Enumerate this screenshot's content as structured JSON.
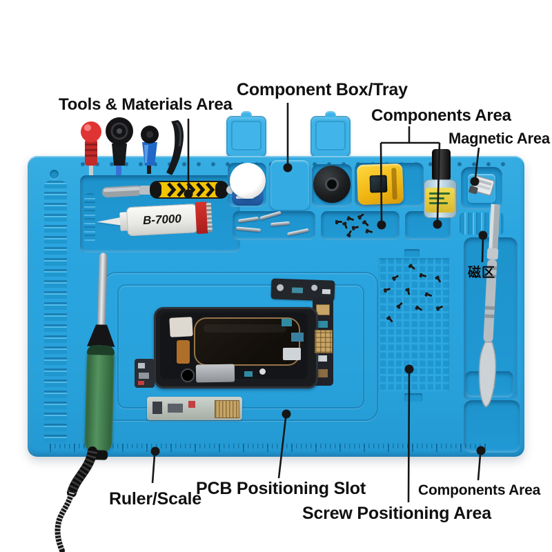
{
  "product_labels": {
    "tools_materials": "Tools & Materials Area",
    "component_box": "Component Box/Tray",
    "components_top": "Components Area",
    "magnetic": "Magnetic Area",
    "ruler": "Ruler/Scale",
    "pcb_slot": "PCB Positioning Slot",
    "screw_area": "Screw Positioning Area",
    "components_bottom": "Components Area"
  },
  "mat_printed_text": {
    "magnetic_zone": "磁区"
  },
  "tool_text": {
    "glue_tube": "B-7000"
  },
  "colors": {
    "mat_base": "#2aa5df",
    "mat_recess": "#1e93cc",
    "mat_tab": "#3db3e8",
    "callout": "#161616",
    "magnetizer_yellow": "#f0b512",
    "glue_red": "#c32127",
    "iron_handle_green": "#4f8f5c",
    "screwdriver_red": "#d42f2f",
    "flux_label_yellow": "#e3c93f",
    "background": "#ffffff"
  }
}
